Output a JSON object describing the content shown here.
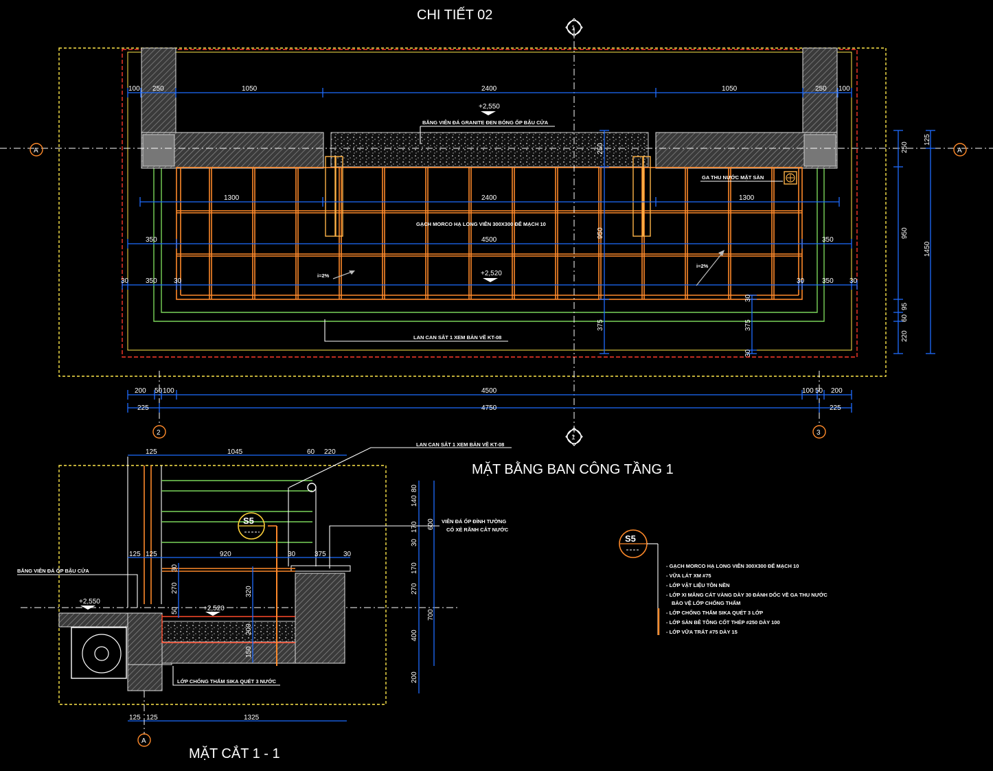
{
  "titles": {
    "detail": "CHI TIẾT 02",
    "plan": "MẶT BẰNG BAN CÔNG TẦNG 1",
    "section": "MẶT CẮT 1 - 1"
  },
  "axes": {
    "a": "A",
    "one": "1",
    "two": "2",
    "three": "3"
  },
  "plan": {
    "top_dims": [
      "100",
      "250",
      "1050",
      "2400",
      "1050",
      "250",
      "100"
    ],
    "row2_dims": [
      "1300",
      "2400",
      "1300"
    ],
    "row3_dims": [
      "350",
      "4500",
      "350"
    ],
    "row4_dims": [
      "30",
      "350",
      "30",
      "30",
      "350",
      "30"
    ],
    "bottom_dims_1": [
      "200",
      "50",
      "100",
      "4500",
      "100",
      "50",
      "200"
    ],
    "bottom_dims_2": [
      "225",
      "4750",
      "225"
    ],
    "right_dims": [
      "250",
      "125",
      "950",
      "1450",
      "95",
      "60",
      "220"
    ],
    "inner_dims": [
      "250",
      "950",
      "375",
      "30",
      "375",
      "30"
    ],
    "level_top": "+2,550",
    "level_mid": "+2,520",
    "slope_left": "i=2%",
    "slope_right": "i=2%",
    "note_granite": "BĂNG VIÊN ĐÁ GRANITE ĐEN BÓNG ỐP BẬU CỬA",
    "note_tile": "GẠCH MORCO HẠ LONG VIÊN 300X300 ĐỂ MẠCH 10",
    "note_drain": "GA THU NƯỚC MẶT SÀN",
    "note_rail": "LAN CAN SẮT 1 XEM BẢN VẼ KT-08"
  },
  "section": {
    "top_dims": [
      "125",
      "1045",
      "60",
      "220"
    ],
    "mid_dims": [
      "125",
      "125",
      "920",
      "30",
      "375",
      "30"
    ],
    "bottom_dims": [
      "125",
      "125",
      "1325"
    ],
    "right_dims_1": [
      "80",
      "140",
      "170",
      "30",
      "170",
      "270",
      "400",
      "200"
    ],
    "right_dims_2": [
      "600",
      "700"
    ],
    "inner_dims": [
      "30",
      "270",
      "50",
      "320",
      "200",
      "150"
    ],
    "level_left": "+2,550",
    "level_mid": "+2,520",
    "tag": "S5",
    "note_rail": "LAN CAN SẮT 1 XEM BẢN VẼ KT-08",
    "note_stone": "VIÊN ĐÁ ỐP ĐỈNH TƯỜNG",
    "note_stone2": "CÓ XẺ RÃNH CẮT NƯỚC",
    "note_sill": "BĂNG VIÊN ĐÁ ỐP BẬU CỬA",
    "note_water": "LỚP CHỐNG THẤM SIKA QUÉT 3 NƯỚC"
  },
  "legend": {
    "tag": "S5",
    "items": [
      "- GẠCH MORCO HẠ LONG VIÊN 300X300 ĐỂ MẠCH 10",
      "- VỮA LÁT XM #75",
      "- LỚP VẬT LIỆU TÔN NỀN",
      "- LỚP XI MĂNG CÁT VÀNG DÀY 30 ĐÁNH DỐC VỀ GA THU NƯỚC",
      "BẢO VỆ LỚP CHỐNG THẤM",
      "- LỚP CHỐNG THẤM SIKA QUÉT 3 LỚP",
      "- LỚP SÀN BÊ TÔNG CỐT THÉP #250 DÀY 100",
      "- LỚP VỮA TRÁT #75 DÀY 15"
    ]
  }
}
